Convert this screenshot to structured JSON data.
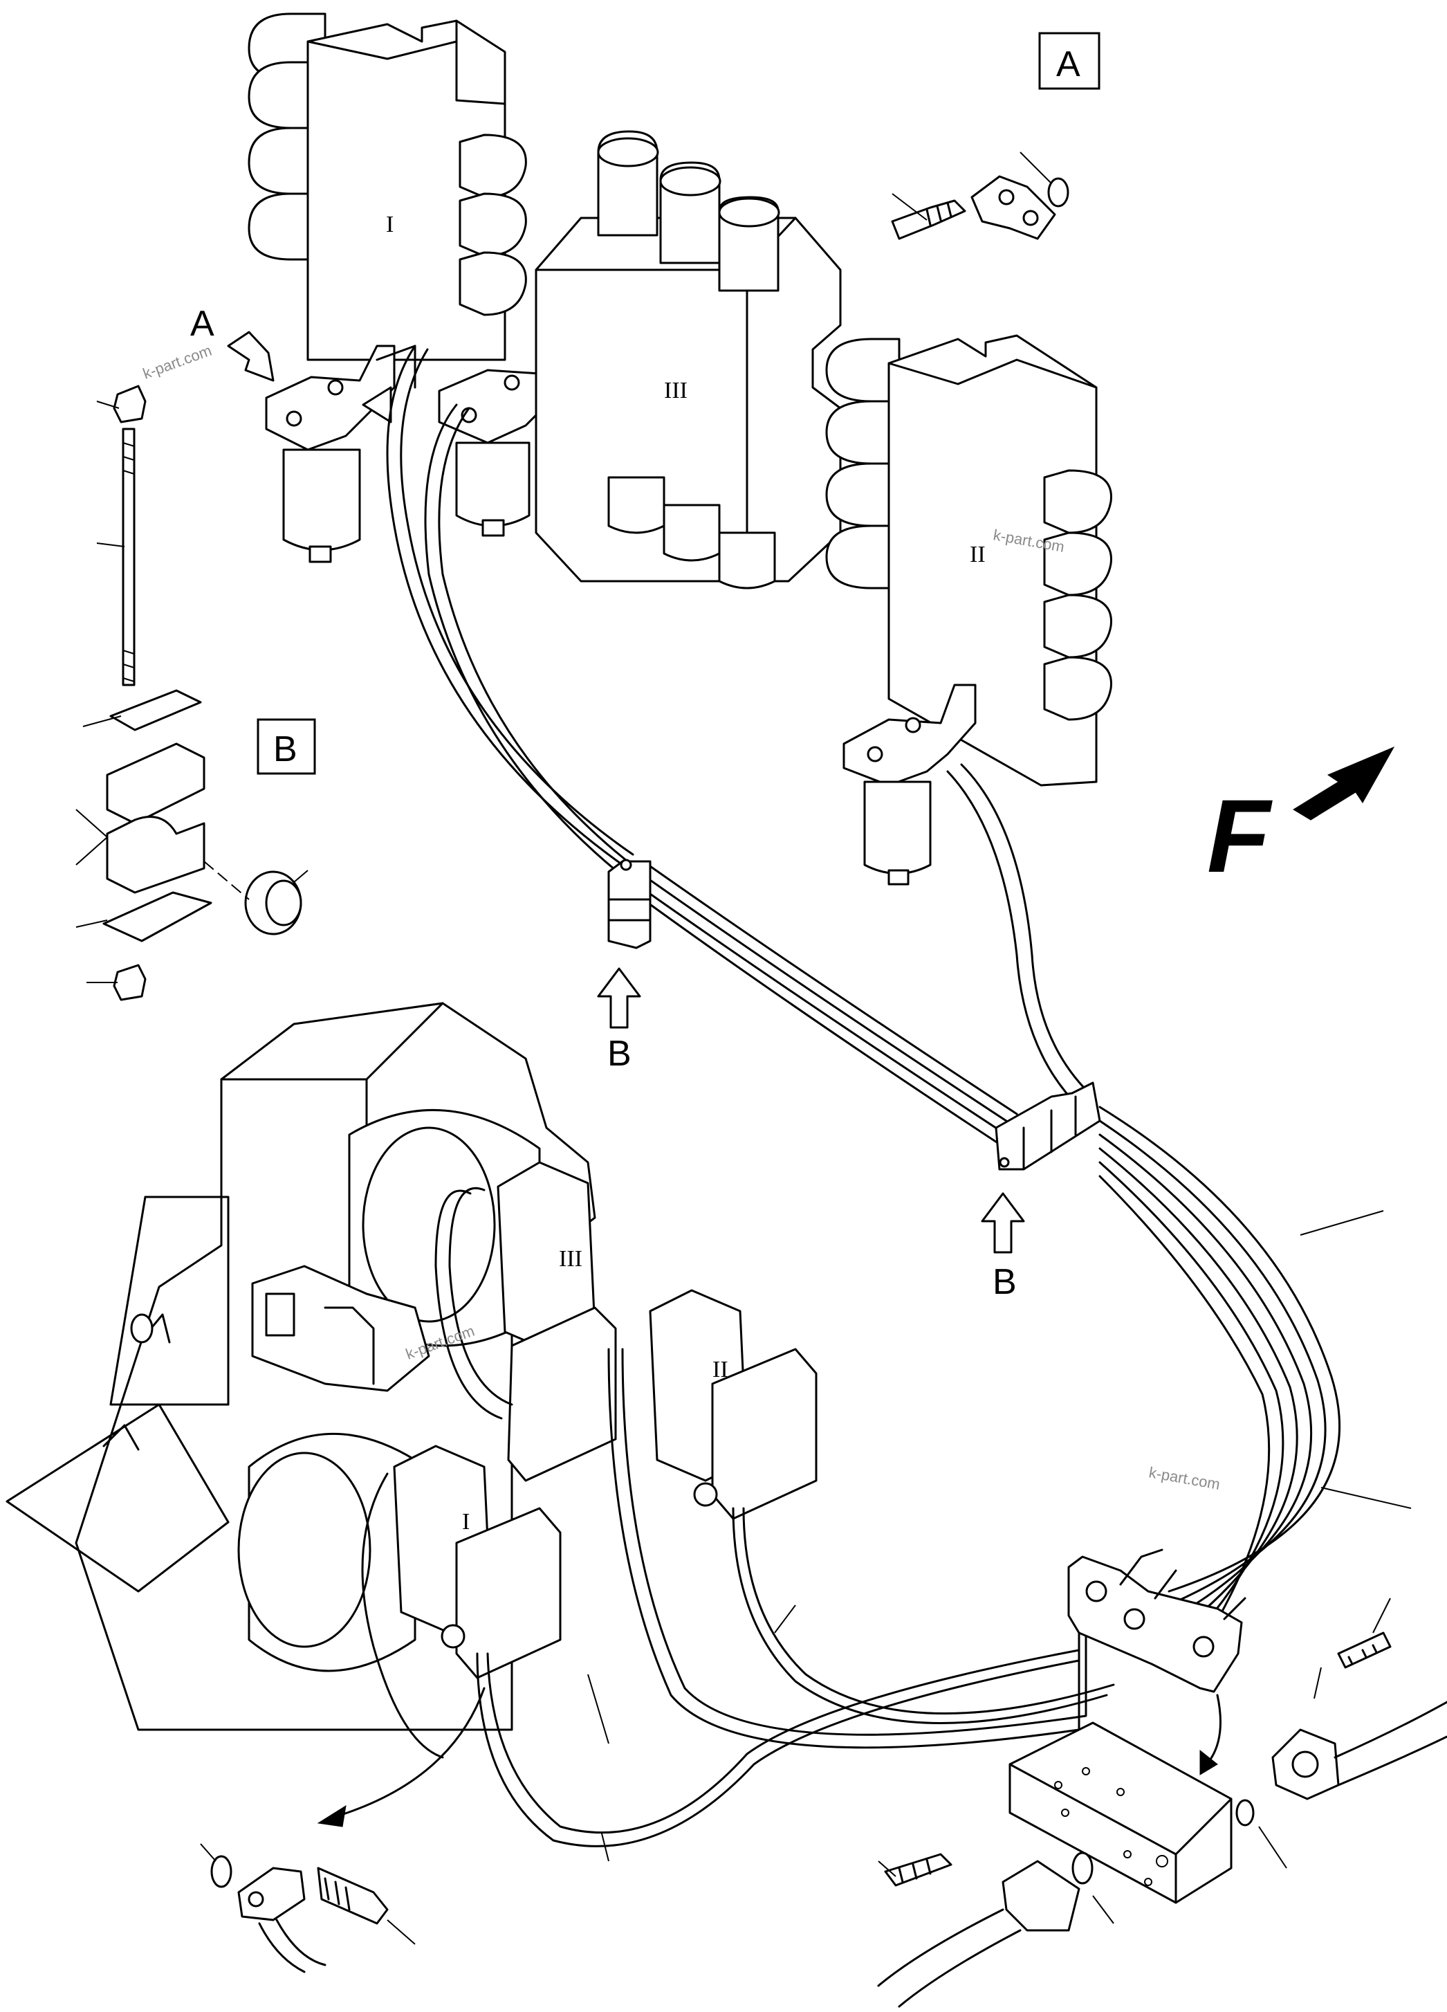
{
  "labels": {
    "detail_a_box": "A",
    "detail_b_box": "B",
    "view_arrow_a": "A",
    "view_arrow_b_1": "B",
    "view_arrow_b_2": "B",
    "front_marker": "F"
  },
  "roman_labels": {
    "valve_top_1": "I",
    "valve_top_2": "II",
    "valve_top_3": "III",
    "motor_1": "I",
    "motor_2": "II",
    "motor_3": "III"
  },
  "watermarks": [
    "k-part.com",
    "k-part.com",
    "k-part.com",
    "k-part.com"
  ],
  "colors": {
    "ink": "#000000",
    "paper": "#ffffff",
    "watermark": "#8a8a8a"
  }
}
